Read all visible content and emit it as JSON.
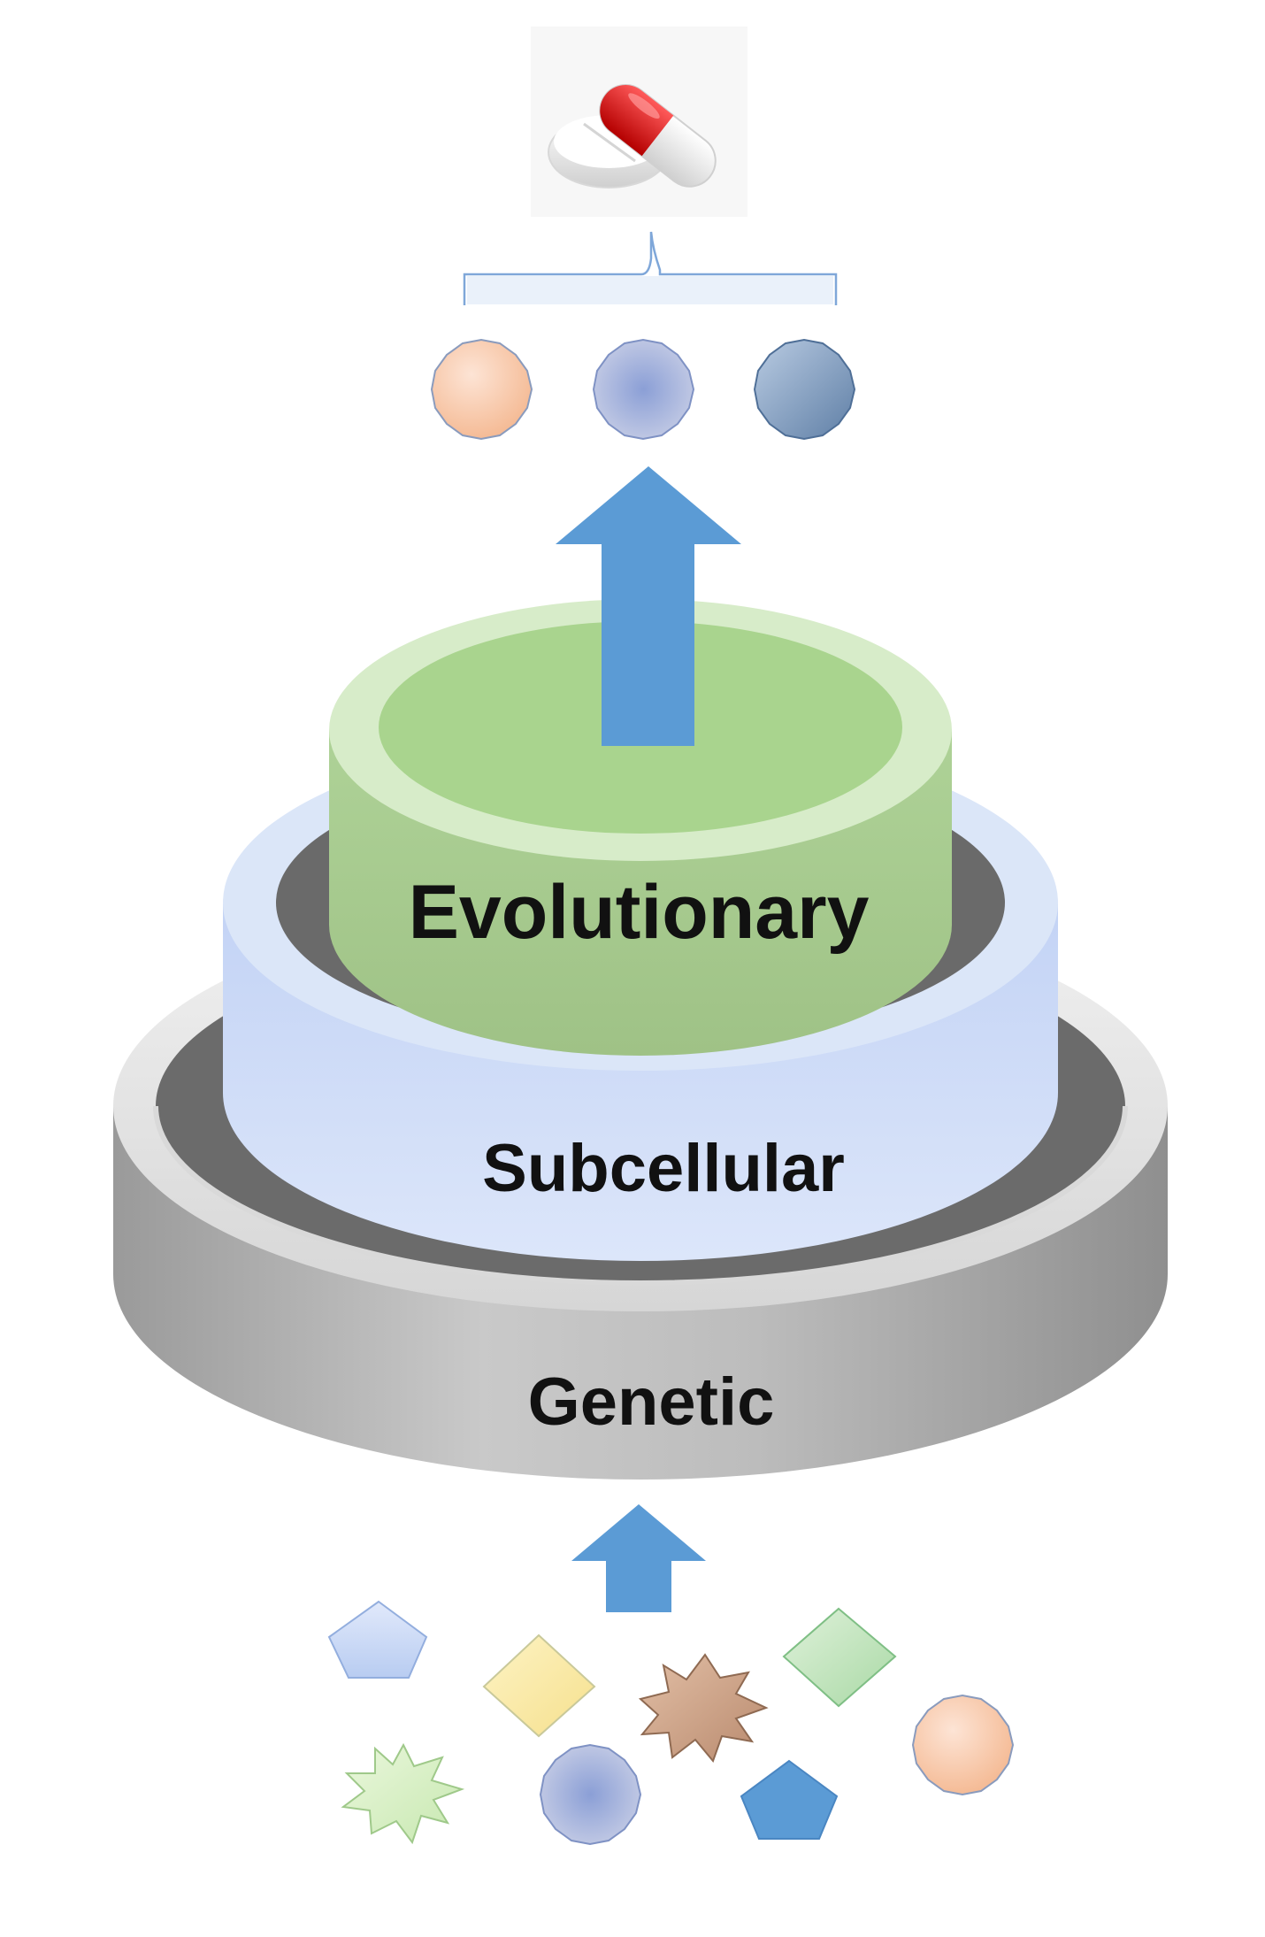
{
  "diagram": {
    "layers": [
      {
        "id": "genetic",
        "label": "Genetic",
        "color": "#bdbdbd"
      },
      {
        "id": "subcellular",
        "label": "Subcellular",
        "color": "#cfdcf5"
      },
      {
        "id": "evolutionary",
        "label": "Evolutionary",
        "color": "#a8cf8f"
      }
    ],
    "arrow_color": "#5b9bd5",
    "pill_icon": "pill-icon",
    "output_features": [
      "orange-circle",
      "purple-circle",
      "blue-circle"
    ],
    "input_features": [
      "pentagon",
      "diamond",
      "starburst",
      "diamond",
      "circle",
      "starburst",
      "circle",
      "pentagon"
    ]
  }
}
